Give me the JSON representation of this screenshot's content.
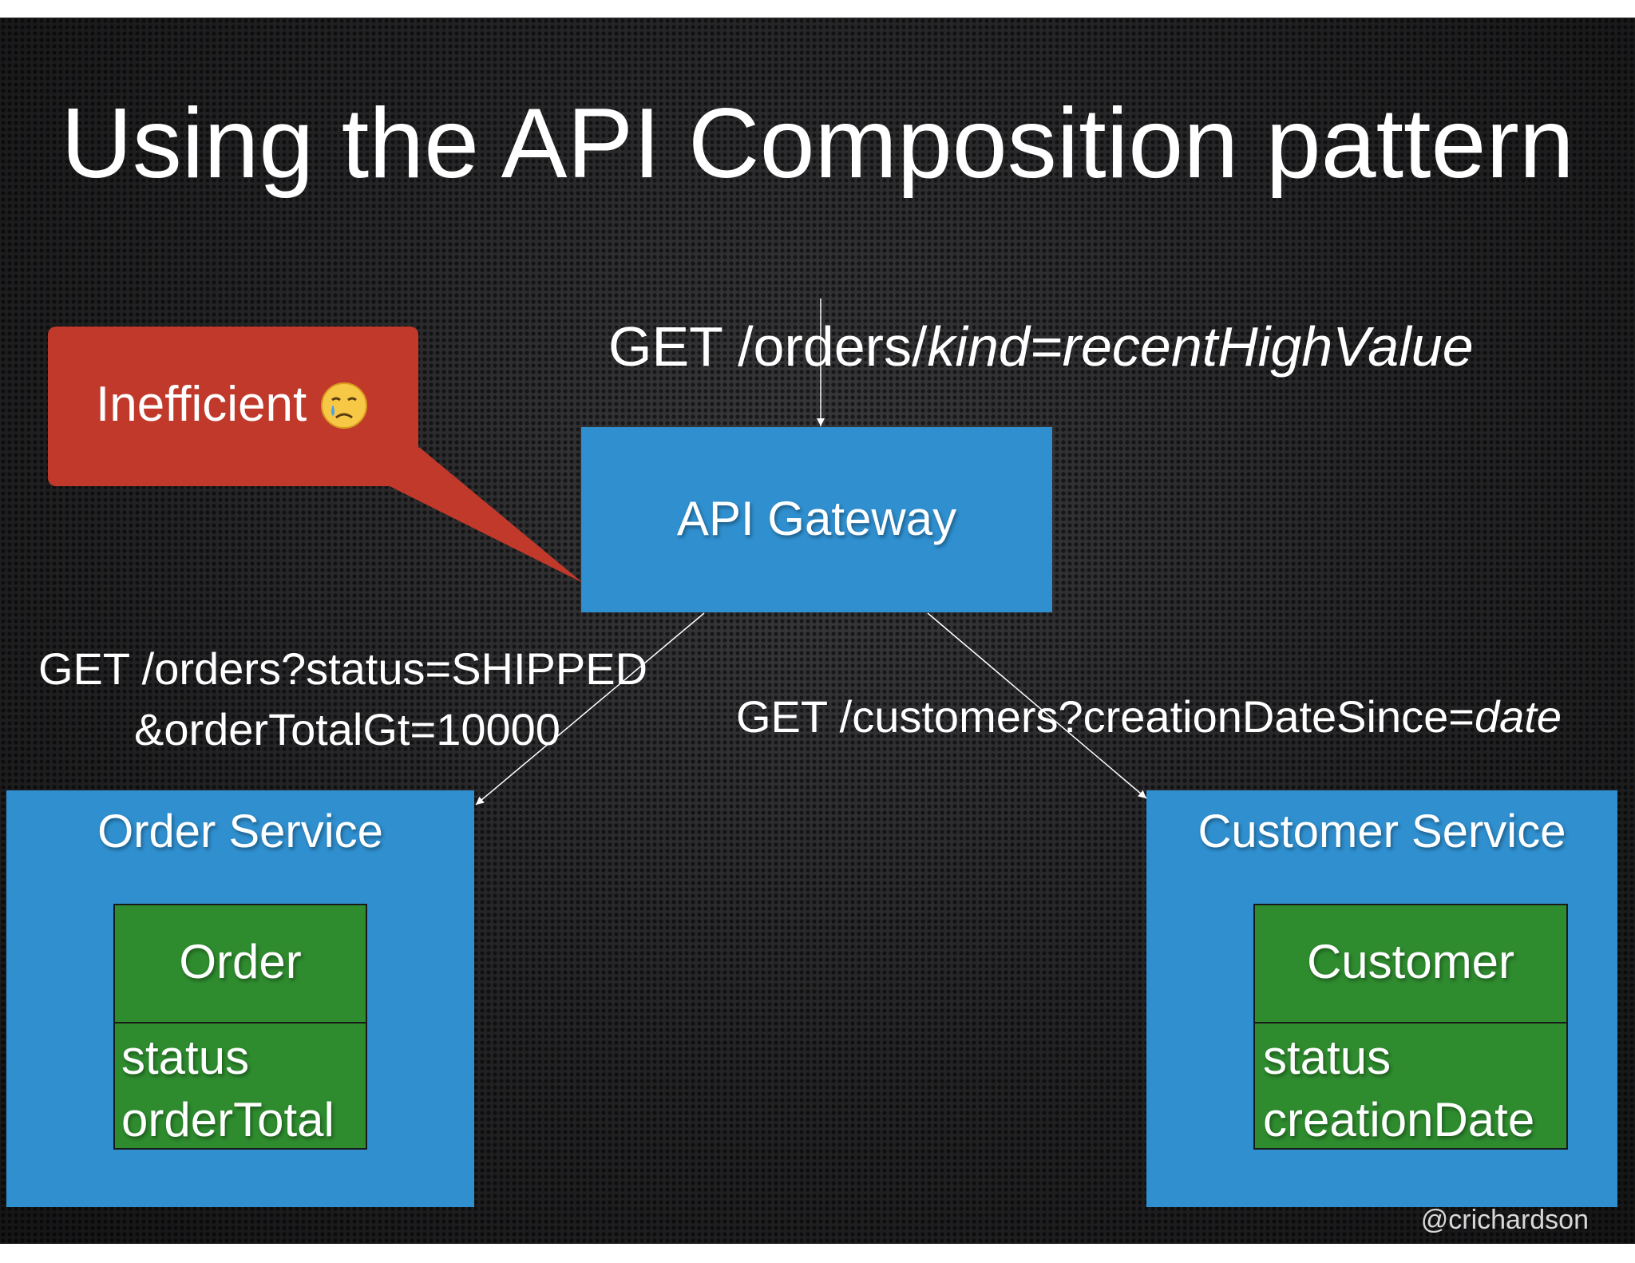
{
  "title": "Using the API Composition pattern",
  "top_request": {
    "prefix": "GET /orders/",
    "param": "kind=recentHighValue"
  },
  "callout": {
    "label": "Inefficient",
    "emoji_icon": "crying-face-icon",
    "color": "#c0392b"
  },
  "gateway": {
    "label": "API Gateway",
    "color": "#2f8fcf"
  },
  "order_request": {
    "line1": "GET /orders?status=SHIPPED",
    "line2": "&orderTotalGt=10000"
  },
  "customer_request": {
    "prefix": "GET /customers?creationDateSince=",
    "param": "date"
  },
  "order_service": {
    "label": "Order Service",
    "entity": {
      "name": "Order",
      "fields": [
        "status",
        "orderTotal"
      ]
    }
  },
  "customer_service": {
    "label": "Customer Service",
    "entity": {
      "name": "Customer",
      "fields": [
        "status",
        "creationDate"
      ]
    }
  },
  "entity_color": "#2e8b2e",
  "handle": "@crichardson"
}
